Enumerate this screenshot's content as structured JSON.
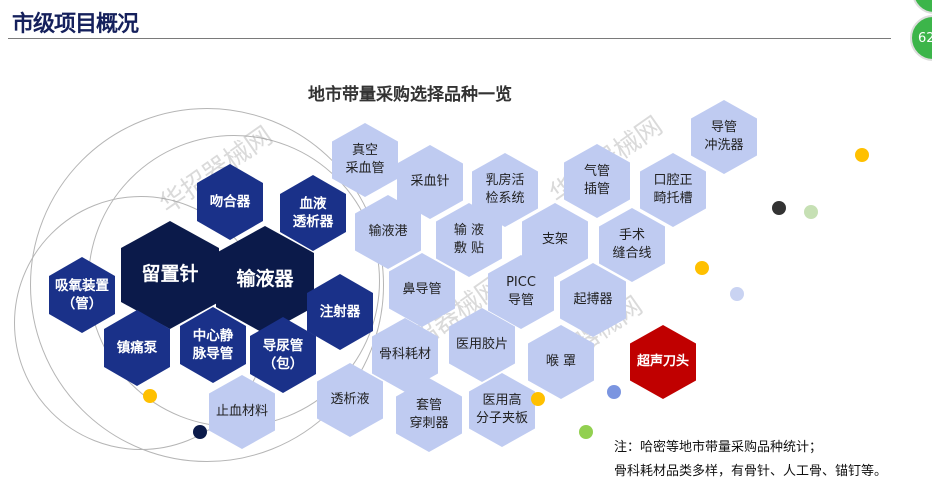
{
  "header": {
    "title": "市级项目概况",
    "subtitle": "地市带量采购选择品种一览"
  },
  "badge": {
    "value": "62"
  },
  "colors": {
    "core": "#0b1a4a",
    "primary": "#1a3189",
    "secondary": "#bfcbf1",
    "highlight": "#c00000"
  },
  "core_items": [
    "留置针",
    "输液器"
  ],
  "primary_items": [
    "吻合器",
    "血液\n透析器",
    "吸氧装置\n（管）",
    "镇痛泵",
    "中心静\n脉导管",
    "导尿管\n（包）",
    "注射器"
  ],
  "secondary_items": [
    "真空\n采血管",
    "采血针",
    "乳房活\n检系统",
    "输液港",
    "输 液\n敷 贴",
    "支架",
    "气管\n插管",
    "口腔正\n畸托槽",
    "导管\n冲洗器",
    "手术\n缝合线",
    "鼻导管",
    "PICC\n导管",
    "起搏器",
    "骨科耗材",
    "医用胶片",
    "喉 罩",
    "止血材料",
    "透析液",
    "套管\n穿刺器",
    "医用高\n分子夹板"
  ],
  "highlight_item": "超声刀头",
  "note": {
    "line1": "注：哈密等地市带量采购品种统计；",
    "line2": "骨科耗材品类多样，有骨针、人工骨、锚钉等。"
  },
  "watermark": "华招器械网"
}
